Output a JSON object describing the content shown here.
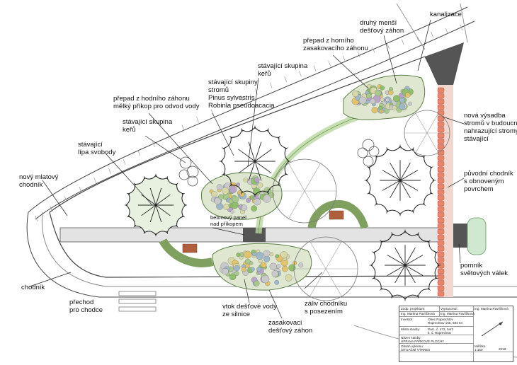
{
  "labels": {
    "kanalizace": "kanalizace",
    "druhy_mensi_1": "druhý menší",
    "druhy_mensi_2": "dešťový záhon",
    "prepad_horni_1": "přepad z horního",
    "prepad_horni_2": "zasakovacího záhonu",
    "stavajici_skupina_keru_top_1": "stávající skupina",
    "stavajici_skupina_keru_top_2": "keřů",
    "stavajici_skupiny_stromu_1": "stávající skupiny",
    "stavajici_skupiny_stromu_2": "stromů",
    "stavajici_skupiny_stromu_3": "Pinus sylvestris",
    "stavajici_skupiny_stromu_4": "Robinia pseudoacacia",
    "prepad_hodniho_1": "přepad z hodního záhonu",
    "prepad_hodniho_2": "mělký příkop pro odvod vody",
    "stavajici_skupina_keru_left_1": "stávající skupina",
    "stavajici_skupina_keru_left_2": "keřů",
    "stavajici_lipa_1": "stávající",
    "stavajici_lipa_2": "lípa svobody",
    "novy_mlatovy_1": "nový mlatový",
    "novy_mlatovy_2": "chodník",
    "betonovy_panel_1": "betonový panel",
    "betonovy_panel_2": "nad příkopem",
    "chodnik": "chodník",
    "prechod_1": "přechod",
    "prechod_2": "pro chodce",
    "vtok_1": "vtok dešťové vody",
    "vtok_2": "ze silnice",
    "zasakovaci_1": "zasakovací",
    "zasakovaci_2": "dešťový záhon",
    "zaliv_1": "záliv chodníku",
    "zaliv_2": "s posezením",
    "nova_vysadba_1": "nová výsadba",
    "nova_vysadba_2": "stromů v budoucnu",
    "nova_vysadba_3": "nahrazující stromy",
    "nova_vysadba_4": "stávající",
    "puvodni_chodnik_1": "původní chodník",
    "puvodni_chodnik_2": "s obnoveným",
    "puvodni_chodnik_3": "povrchem",
    "pomnik_1": "pomník",
    "pomnik_2": "světových válek"
  },
  "title_block": {
    "zodp_projektant_label": "Zodp. projektant:",
    "vypracoval_label": "Vypracoval:",
    "projektant_name": "Ing. Martina Pavlíčková",
    "projektant_name_2": "Ing. Martina Pavlíčková",
    "vypracoval_name": "Ing. Martina Pavlíčková",
    "investor_label": "Investor:",
    "investor_value_1": "Obec Ruprechtov",
    "investor_value_2": "Ruprechtov 155, 683 04",
    "misto_label": "Místo stavby:",
    "misto_value_1": "Parc. č. 472, 54/3",
    "misto_value_2": "k. ú. Ruprechtov",
    "nazev_label": "Název stavby:",
    "nazev_value": "ÚPRAVA PARKOVÉ PLOCHY",
    "obsah_label": "Obsah výkresu:",
    "obsah_value": "SITUAČNÍ VÝKRES",
    "meritko_label": "Měřítko:",
    "meritko_value": "1:150",
    "rok_value": "2018"
  },
  "colors": {
    "paving": "#dcdcdc",
    "edge_red": "#e8846c",
    "dark_fill": "#555555",
    "plant_green": "#8fbf6a",
    "path_green": "#cfe3c3",
    "line": "#333333"
  }
}
